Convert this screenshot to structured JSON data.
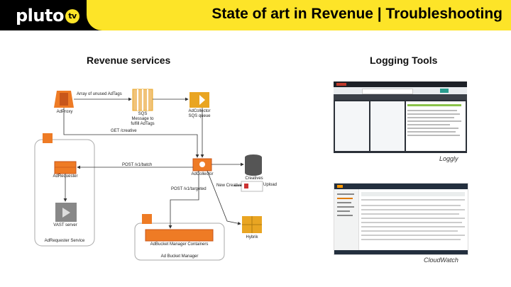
{
  "header": {
    "logo_text": "pluto",
    "logo_badge": "tv",
    "title": "State of art in Revenue | Troubleshooting"
  },
  "sections": {
    "revenue": "Revenue services",
    "logging": "Logging Tools"
  },
  "diagram": {
    "adproxy": "AdProxy",
    "sqs": "SQS\nMessage to\nfulfill AdTags",
    "adcollector_queue": "AdCollector\nSQS queue",
    "array_label": "Array of unused AdTags",
    "get_label": "GET /creative",
    "post_batch": "POST /v1/batch",
    "adrequester": "AdRequester",
    "vast": "VAST server",
    "adrequester_service": "AdRequester Service",
    "adcollector": "AdCollector",
    "creatives": "Creatives",
    "new_creative": "New Creative",
    "post_targeted": "POST /v1/targeted",
    "adbucket_containers": "AdBucket Manager Containers",
    "adbucket_manager": "Ad Bucket Manager",
    "hybrik": "Hybrik",
    "upload": "Upload"
  },
  "tools": {
    "loggly": "Loggly",
    "cloudwatch": "CloudWatch"
  },
  "colors": {
    "accent": "#fde428",
    "aws_orange": "#ee7b25",
    "aws_gold": "#e9a522",
    "header_bg": "#000000"
  }
}
